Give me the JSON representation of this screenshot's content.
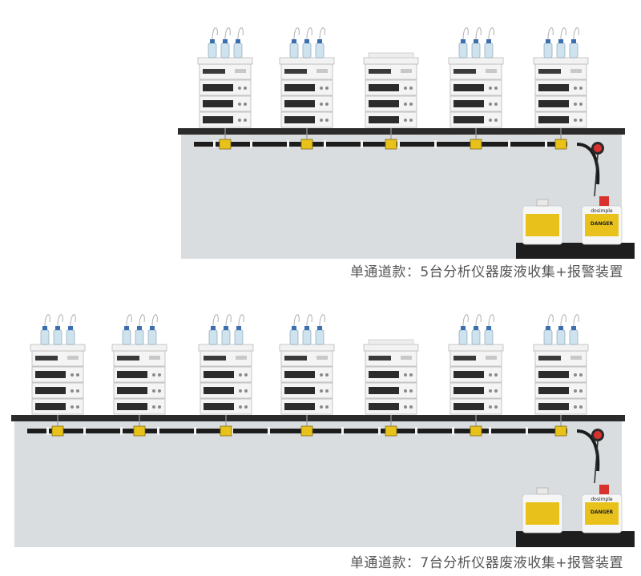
{
  "scenes": [
    {
      "caption": "单通道款：5台分析仪器废液收集+报警装置"
    },
    {
      "caption": "单通道款：7台分析仪器废液收集+报警装置"
    }
  ],
  "labels": {
    "container_brand": "dosimple",
    "danger": "DANGER"
  },
  "colors": {
    "wall": "#d9dde0",
    "bench": "#2b2b2b",
    "pipe": "#1c1c1c",
    "valve": "#e8c21a",
    "alarm": "#d9322e",
    "hpltop": "#f2f2f2"
  }
}
